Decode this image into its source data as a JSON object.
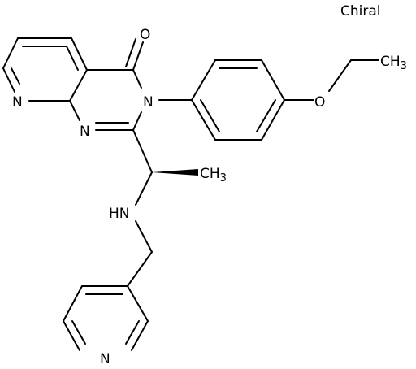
{
  "chiral_flag": "Chiral",
  "atoms": {
    "carbonyl_o": "O",
    "pyridine_n": "N",
    "pyrimidine_n1": "N",
    "pyrimidine_n3": "N",
    "ether_o": "O",
    "ethyl_ch3_c": "CH",
    "ethyl_ch3_sub": "3",
    "side_ch3_c": "CH",
    "side_ch3_sub": "3",
    "amine_nh": "HN",
    "bottom_pyridine_n": "N"
  },
  "colors": {
    "ink": "#000000",
    "background": "#ffffff"
  }
}
